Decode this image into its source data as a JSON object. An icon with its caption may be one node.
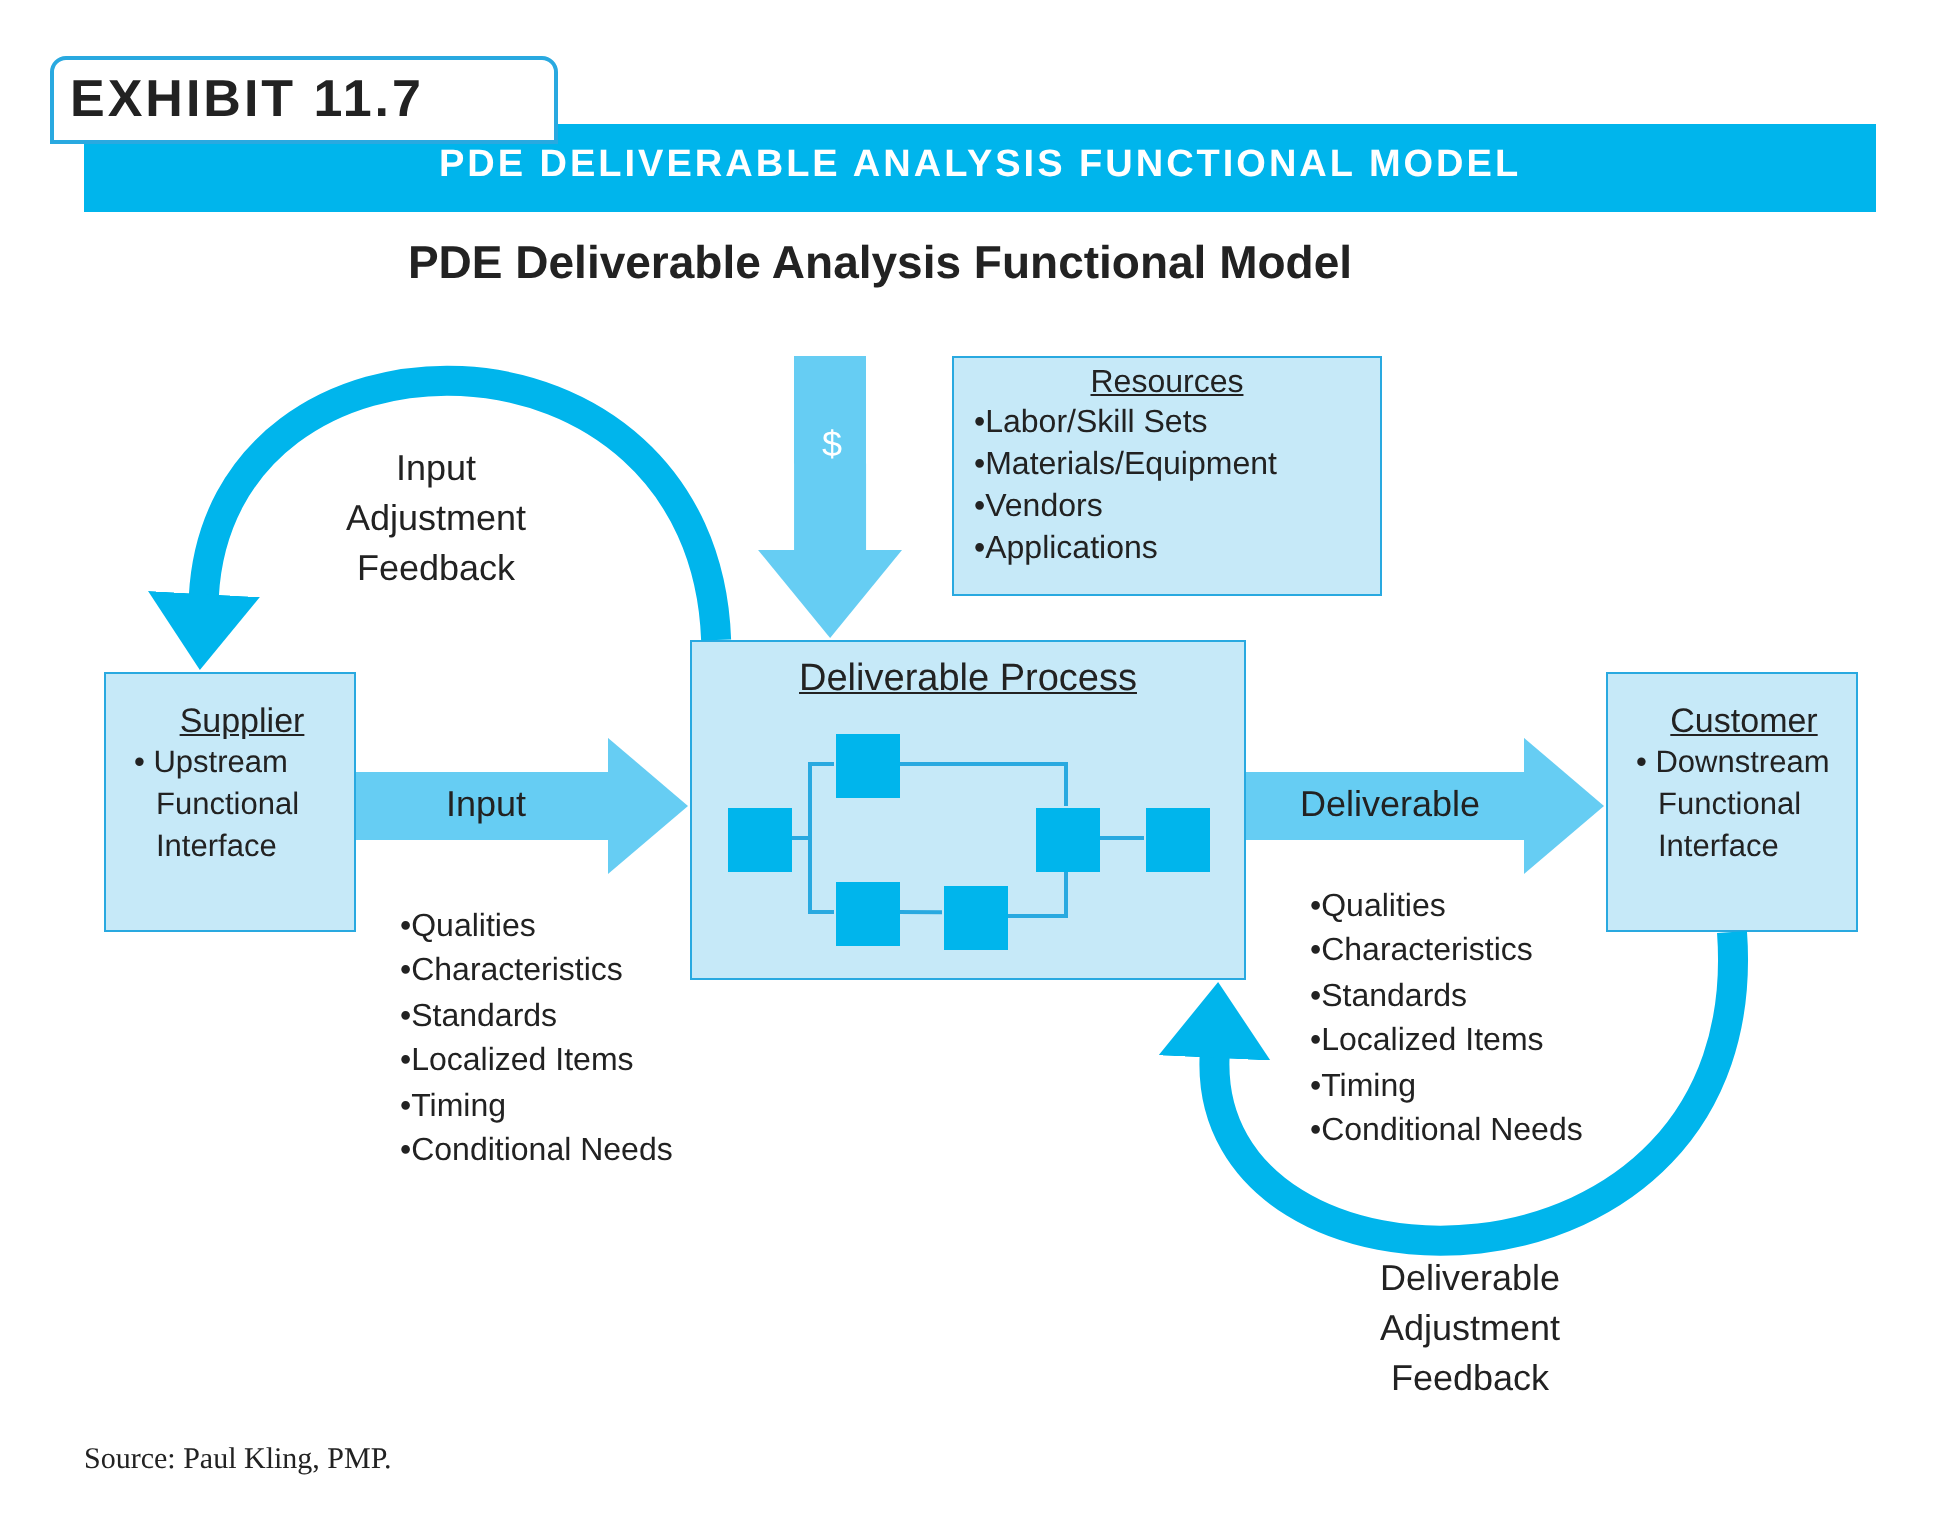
{
  "diagram": {
    "title": "PDE Deliverable Analysis Functional Model",
    "nodes": [
      {
        "text": [
          "Resources",
          "•Labor/Skill Sets",
          "•Materials/Equipment",
          "•Vendors",
          "•Applications"
        ]
      },
      {
        "text": [
          "Supplier",
          "• Upstream Functional Interface"
        ]
      },
      {
        "text": [
          "Deliverable Process"
        ]
      },
      {
        "text": [],
        "shape": "box",
        "in": 2
      },
      {
        "text": [],
        "shape": "box",
        "in": 2
      },
      {
        "text": [],
        "shape": "box",
        "in": 2
      },
      {
        "text": [],
        "shape": "box",
        "in": 2
      },
      {
        "text": [],
        "shape": "box",
        "in": 2
      },
      {
        "text": [],
        "shape": "box",
        "in": 2
      },
      {
        "text": [
          "Customer",
          "• Downstream Functional Interface"
        ]
      }
    ],
    "edges": [
      {
        "from": null,
        "to": 2,
        "arrow": "to",
        "label": "$",
        "style": "thick",
        "color": "#66cdf3"
      },
      {
        "from": 2,
        "to": 1,
        "arrow": "to",
        "label": "Input Adjustment Feedback",
        "style": "thick",
        "color": "#00b5ec"
      },
      {
        "from": 1,
        "to": 2,
        "arrow": "to",
        "label": "Input",
        "style": "thick",
        "color": "#66cdf3"
      },
      {
        "from": 2,
        "to": 9,
        "arrow": "to",
        "label": "Deliverable",
        "style": "thick",
        "color": "#66cdf3"
      },
      {
        "from": 9,
        "to": 2,
        "arrow": "to",
        "label": "Deliverable Adjustment Feedback",
        "style": "thick",
        "color": "#00b5ec"
      },
      {
        "from": 3,
        "to": 4,
        "arrow": "none"
      },
      {
        "from": 3,
        "to": 5,
        "arrow": "none"
      },
      {
        "from": 5,
        "to": 6,
        "arrow": "none"
      },
      {
        "from": 4,
        "to": 7,
        "arrow": "none"
      },
      {
        "from": 6,
        "to": 7,
        "arrow": "none"
      },
      {
        "from": 7,
        "to": 8,
        "arrow": "none"
      }
    ],
    "labels": [
      "EXHIBIT 11.7",
      "PDE DELIVERABLE ANALYSIS FUNCTIONAL MODEL",
      "•Qualities",
      "•Characteristics",
      "•Standards",
      "•Localized Items",
      "•Timing",
      "•Conditional Needs",
      "•Qualities",
      "•Characteristics",
      "•Standards",
      "•Localized Items",
      "•Timing",
      "•Conditional Needs",
      "Source: Paul Kling, PMP."
    ]
  }
}
